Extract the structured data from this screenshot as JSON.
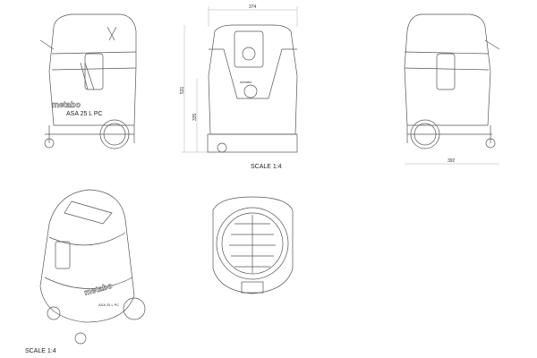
{
  "drawing": {
    "brand_logo": "metabo",
    "model_label": "ASA 25 L PC",
    "dimensions": {
      "width": "374",
      "height_total": "531",
      "height_body": "335",
      "depth": "392"
    },
    "scale_labels": [
      "SCALE 1:4",
      "SCALE 1:4"
    ],
    "views": [
      "side-left",
      "front",
      "side-right",
      "isometric",
      "top"
    ]
  }
}
